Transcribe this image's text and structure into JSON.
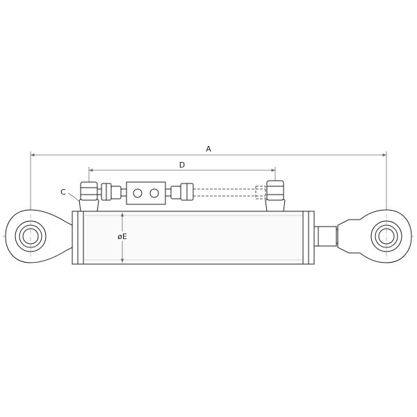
{
  "diagram": {
    "labels": {
      "overall_length": "A",
      "port_distance": "D",
      "port": "C",
      "barrel_diameter": "øE"
    },
    "colors": {
      "line": "#1a1a1a",
      "dim_line": "#6a6a6a",
      "centerline": "#8a8a8a",
      "fill": "#ffffff",
      "barrel_fill": "#fafafa"
    }
  }
}
